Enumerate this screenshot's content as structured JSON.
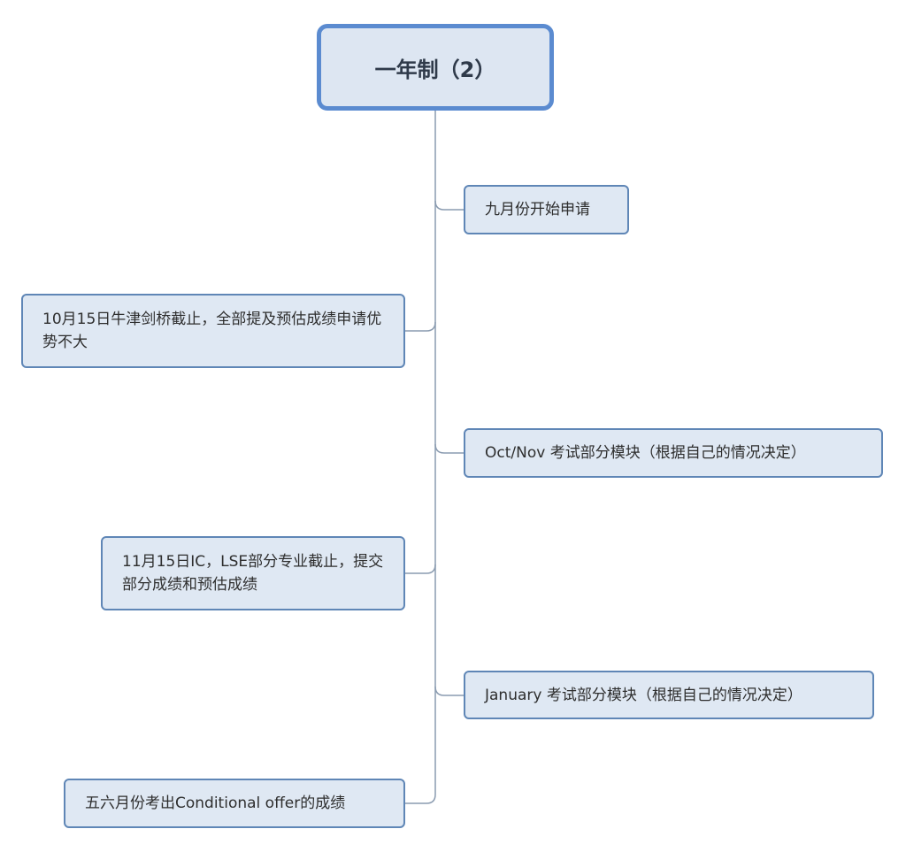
{
  "root": {
    "label": "一年制（2）"
  },
  "nodes": [
    {
      "label": "九月份开始申请",
      "side": "right"
    },
    {
      "label": "10月15日牛津剑桥截止，全部提及预估成绩申请优势不大",
      "side": "left"
    },
    {
      "label": "Oct/Nov 考试部分模块（根据自己的情况决定）",
      "side": "right"
    },
    {
      "label": "11月15日IC，LSE部分专业截止，提交部分成绩和预估成绩",
      "side": "left"
    },
    {
      "label": "January 考试部分模块（根据自己的情况决定）",
      "side": "right"
    },
    {
      "label": "五六月份考出Conditional offer的成绩",
      "side": "left"
    }
  ],
  "colors": {
    "node_fill": "#dfe8f3",
    "node_border": "#5f86b6",
    "root_border": "#5b8bd0",
    "line": "#8a9bb0"
  }
}
